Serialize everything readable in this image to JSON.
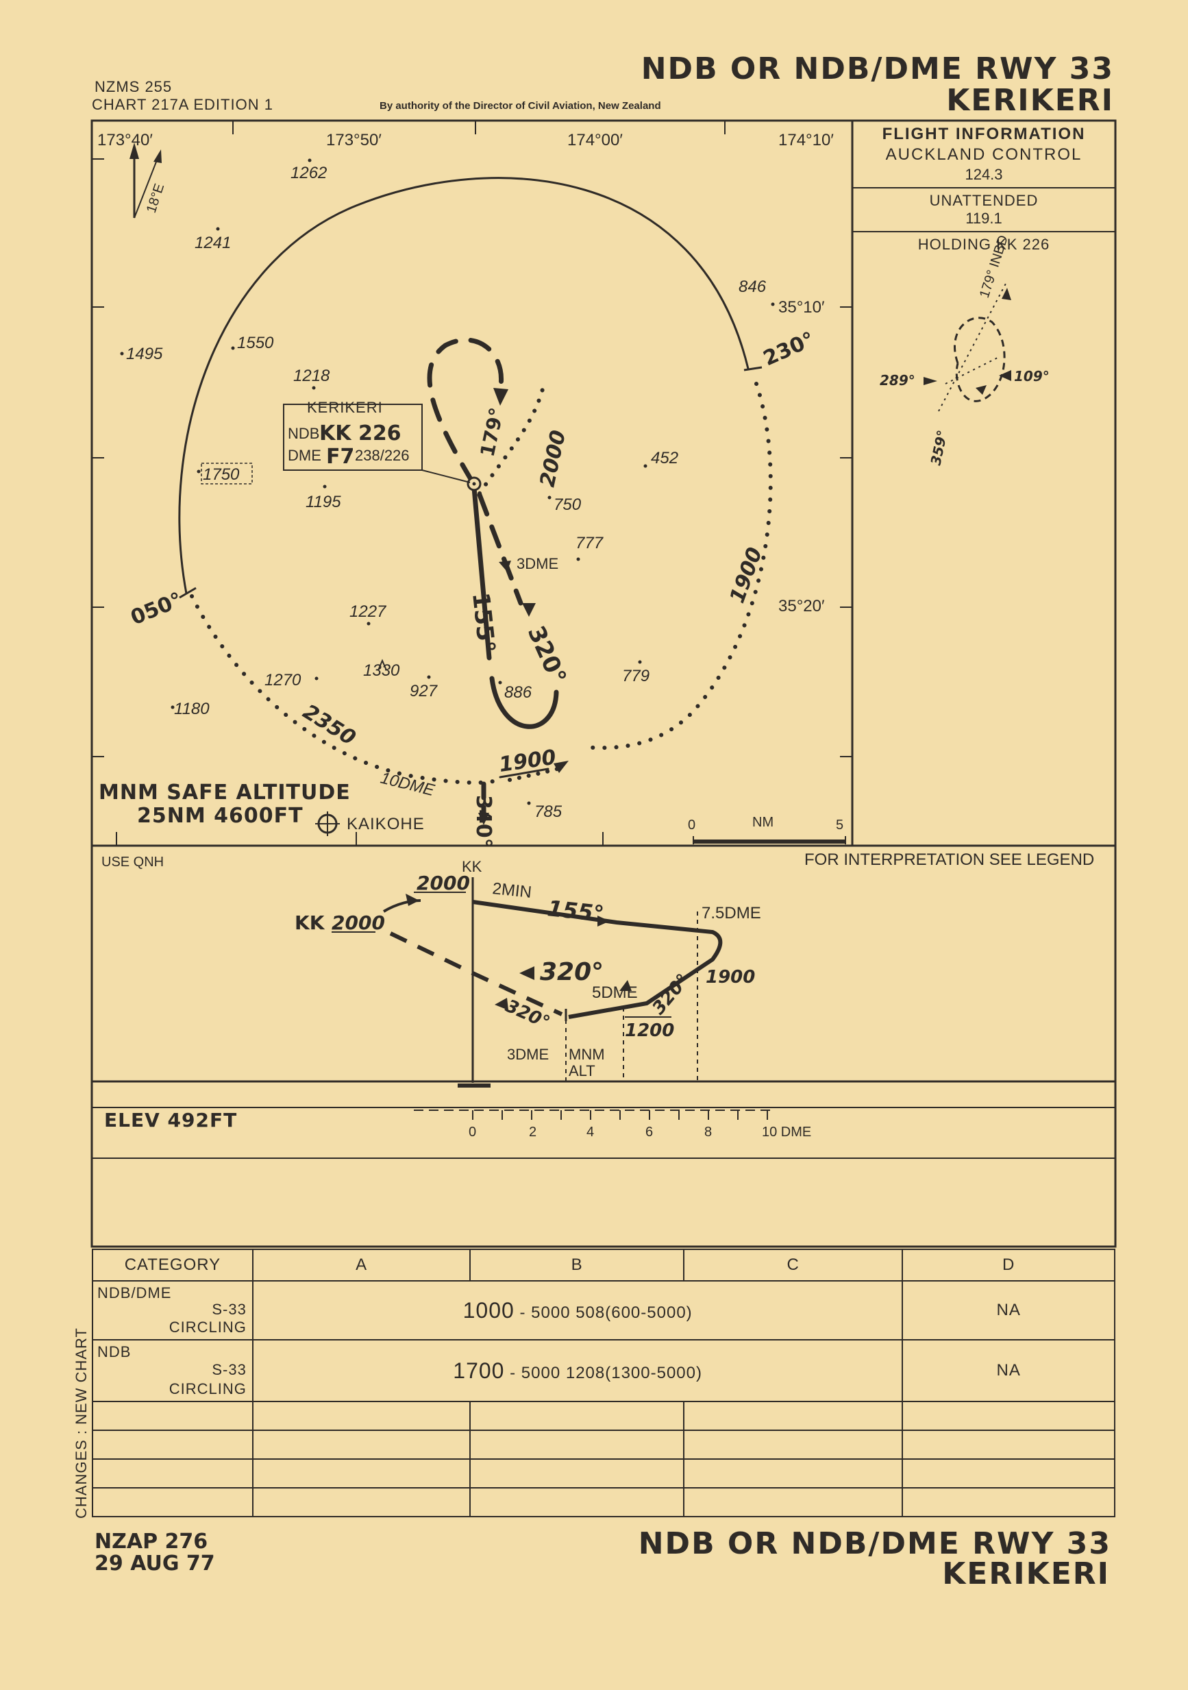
{
  "header": {
    "chart_id_line1": "NZMS 255",
    "chart_id_line2": "CHART 217A   EDITION 1",
    "authority": "By authority of the Director of Civil Aviation, New Zealand",
    "title_line1": "NDB OR NDB/DME RWY 33",
    "title_line2": "KERIKERI"
  },
  "plan": {
    "lon_labels": [
      "173°40′",
      "173°50′",
      "174°00′",
      "174°10′"
    ],
    "lat_labels": [
      "35°10′",
      "35°20′"
    ],
    "variation": "18°E",
    "spot_heights": [
      "1262",
      "1241",
      "1550",
      "1495",
      "1218",
      "1750",
      "1195",
      "846",
      "452",
      "750",
      "777",
      "1227",
      "1330",
      "927",
      "886",
      "779",
      "1270",
      "1180",
      "785"
    ],
    "facility": {
      "name": "KERIKERI",
      "ndb_prefix": "NDB",
      "ndb_ident": "KK 226",
      "dme_prefix": "DME",
      "dme_ident": "F7",
      "dme_channel": "238/226"
    },
    "msa_radials": [
      "230°",
      "050°"
    ],
    "track_labels": [
      "179°",
      "155°",
      "320°",
      "340°"
    ],
    "altitude_labels": [
      "2000",
      "1900",
      "1900",
      "2350"
    ],
    "dme_labels": [
      "3DME",
      "10DME"
    ],
    "kaikohe": "KAIKOHE",
    "msa_line1": "MNM SAFE ALTITUDE",
    "msa_line2": "25NM 4600FT",
    "scale_zero": "0",
    "scale_unit": "NM",
    "scale_max": "5"
  },
  "info_panel": {
    "flight_info_title": "FLIGHT INFORMATION",
    "flight_info_unit": "AUCKLAND  CONTROL",
    "flight_info_freq": "124.3",
    "unattended": "UNATTENDED",
    "unattended_freq": "119.1",
    "holding_title": "HOLDING KK 226",
    "holding_inbd": "179° INBD",
    "holding_289": "289°",
    "holding_109": "109°",
    "holding_359": "359°"
  },
  "profile": {
    "use_qnh": "USE QNH",
    "legend_note": "FOR INTERPRETATION SEE LEGEND",
    "kk_label": "KK",
    "kk_alt_prefix": "KK",
    "kk_alt": "2000",
    "alt_2000": "2000",
    "two_min": "2MIN",
    "track_155": "155°",
    "dme_75": "7.5DME",
    "track_320_main": "320°",
    "alt_1900": "1900",
    "dme_5": "5DME",
    "track_320_small": "320°",
    "track_320_desc": "320°",
    "alt_1200": "1200",
    "dme_3": "3DME",
    "mnm_alt": "MNM",
    "mnm_alt2": "ALT",
    "elevation": "ELEV 492FT",
    "dme_scale": [
      "0",
      "2",
      "4",
      "6",
      "8",
      "10 DME"
    ]
  },
  "minima": {
    "headers": [
      "CATEGORY",
      "A",
      "B",
      "C",
      "D"
    ],
    "rows": [
      {
        "category": "NDB/DME",
        "approach": "S-33",
        "type": "CIRCLING",
        "minima_main": "1000",
        "minima_rest": "- 5000 508(600-5000)",
        "cat_d": "NA"
      },
      {
        "category": "NDB",
        "approach": "S-33",
        "type": "CIRCLING",
        "minima_main": "1700",
        "minima_rest": "- 5000 1208(1300-5000)",
        "cat_d": "NA"
      }
    ]
  },
  "footer": {
    "changes": "CHANGES : NEW CHART",
    "doc_ref": "NZAP 276",
    "date": "29 AUG 77",
    "title_line1": "NDB OR NDB/DME RWY 33",
    "title_line2": "KERIKERI"
  }
}
